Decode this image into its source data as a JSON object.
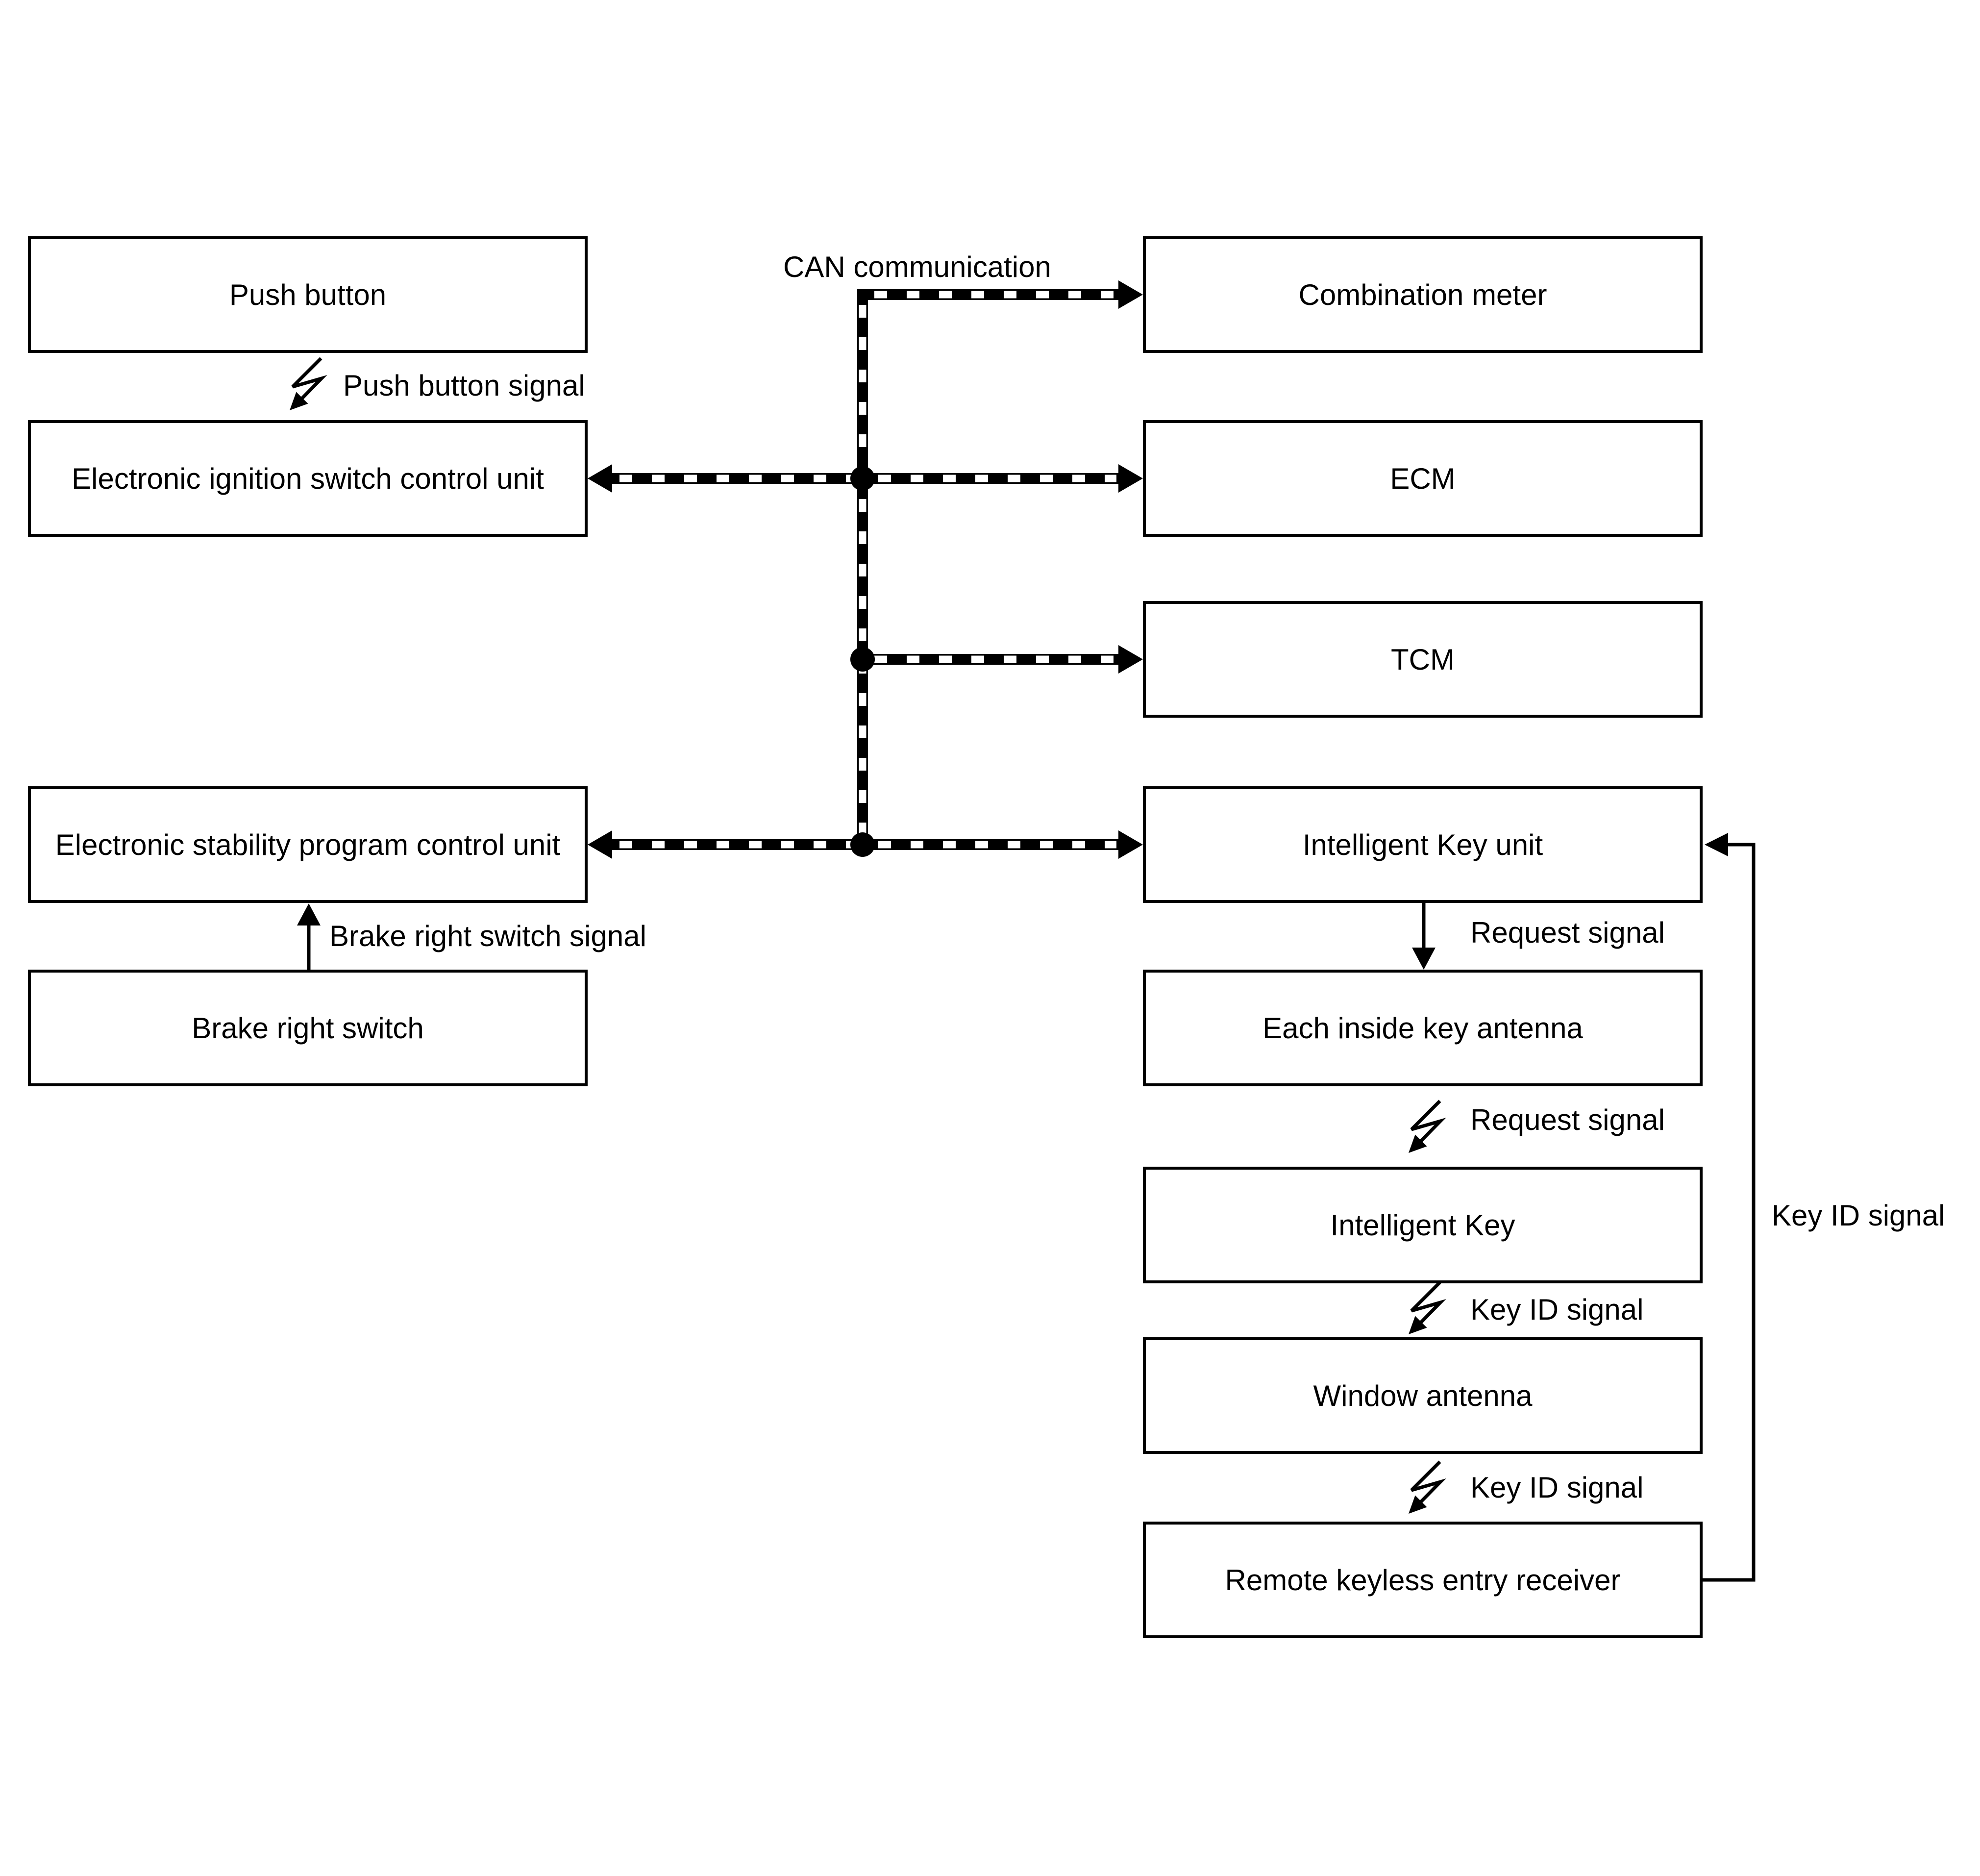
{
  "colors": {
    "line": "#000000",
    "background": "#ffffff"
  },
  "boxes": {
    "left": [
      {
        "label": "Push button"
      },
      {
        "label": "Electronic ignition switch control unit"
      },
      {
        "label": "Electronic stability program control unit"
      },
      {
        "label": "Brake right switch"
      }
    ],
    "right": [
      {
        "label": "Combination meter"
      },
      {
        "label": "ECM"
      },
      {
        "label": "TCM"
      },
      {
        "label": "Intelligent Key unit"
      },
      {
        "label": "Each inside key antenna"
      },
      {
        "label": "Intelligent Key"
      },
      {
        "label": "Window antenna"
      },
      {
        "label": "Remote keyless entry receiver"
      }
    ]
  },
  "labels": {
    "can": "CAN communication",
    "push_button_signal": "Push button signal",
    "brake_right_switch_signal": "Brake right switch signal",
    "request_signal_wired": "Request signal",
    "request_signal_wireless": "Request signal",
    "key_id_signal_1": "Key ID signal",
    "key_id_signal_2": "Key ID signal",
    "key_id_signal_feedback": "Key ID signal"
  }
}
